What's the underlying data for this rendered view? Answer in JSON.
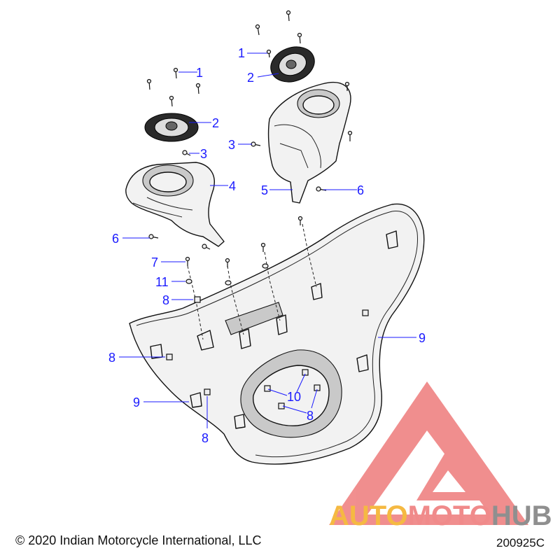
{
  "callouts": [
    {
      "id": "c1a",
      "text": "1"
    },
    {
      "id": "c1b",
      "text": "1"
    },
    {
      "id": "c2a",
      "text": "2"
    },
    {
      "id": "c2b",
      "text": "2"
    },
    {
      "id": "c3a",
      "text": "3"
    },
    {
      "id": "c3b",
      "text": "3"
    },
    {
      "id": "c4",
      "text": "4"
    },
    {
      "id": "c5",
      "text": "5"
    },
    {
      "id": "c6a",
      "text": "6"
    },
    {
      "id": "c6b",
      "text": "6"
    },
    {
      "id": "c7",
      "text": "7"
    },
    {
      "id": "c11",
      "text": "11"
    },
    {
      "id": "c8a",
      "text": "8"
    },
    {
      "id": "c8b",
      "text": "8"
    },
    {
      "id": "c8c",
      "text": "8"
    },
    {
      "id": "c8d",
      "text": "8"
    },
    {
      "id": "c9a",
      "text": "9"
    },
    {
      "id": "c9b",
      "text": "9"
    },
    {
      "id": "c10",
      "text": "10"
    }
  ],
  "watermark": {
    "auto": "AUTO",
    "moto": "MOTO",
    "hub": "HUB",
    "colors": {
      "auto": "#f5b942",
      "moto": "#f08a8a",
      "hub": "#8f8f8f",
      "triangle": "#ee7b7b"
    }
  },
  "footer": {
    "copyright": "© 2020 Indian Motorcycle International, LLC",
    "figure_id": "200925C"
  }
}
